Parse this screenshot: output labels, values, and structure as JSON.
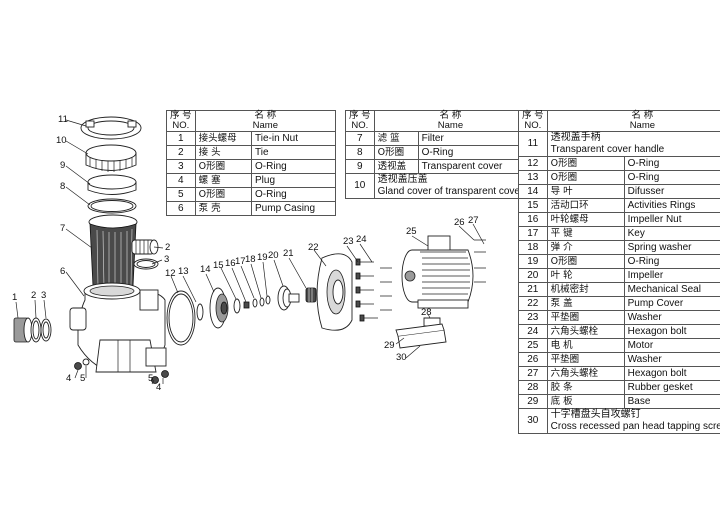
{
  "header": {
    "no_cn": "序 号",
    "no_en": "NO.",
    "name_cn": "名 称",
    "name_en": "Name"
  },
  "tables": [
    {
      "rows": [
        {
          "no": "1",
          "cn": "接头螺母",
          "en": "Tie-in Nut"
        },
        {
          "no": "2",
          "cn": "接 头",
          "en": "Tie"
        },
        {
          "no": "3",
          "cn": "O形圈",
          "en": "O-Ring"
        },
        {
          "no": "4",
          "cn": "螺 塞",
          "en": "Plug"
        },
        {
          "no": "5",
          "cn": "O形圈",
          "en": "O-Ring"
        },
        {
          "no": "6",
          "cn": "泵 壳",
          "en": "Pump Casing"
        }
      ]
    },
    {
      "rows": [
        {
          "no": "7",
          "cn": "滤 篮",
          "en": "Filter"
        },
        {
          "no": "8",
          "cn": "O形圈",
          "en": "O-Ring"
        },
        {
          "no": "9",
          "cn": "透视盖",
          "en": "Transparent cover"
        },
        {
          "no": "10",
          "cn": "透视盖压盖",
          "en": "Gland cover of transparent cover"
        }
      ]
    },
    {
      "rows": [
        {
          "no": "11",
          "cn": "透视盖手柄",
          "en": "Transparent cover handle"
        },
        {
          "no": "12",
          "cn": "O形圈",
          "en": "O-Ring"
        },
        {
          "no": "13",
          "cn": "O形圈",
          "en": "O-Ring"
        },
        {
          "no": "14",
          "cn": "导 叶",
          "en": "Difusser"
        },
        {
          "no": "15",
          "cn": "活动口环",
          "en": "Activities Rings"
        },
        {
          "no": "16",
          "cn": "叶轮螺母",
          "en": "Impeller Nut"
        },
        {
          "no": "17",
          "cn": "平 键",
          "en": "Key"
        },
        {
          "no": "18",
          "cn": "弹 介",
          "en": "Spring washer"
        },
        {
          "no": "19",
          "cn": "O形圈",
          "en": "O-Ring"
        },
        {
          "no": "20",
          "cn": "叶 轮",
          "en": "Impeller"
        },
        {
          "no": "21",
          "cn": "机械密封",
          "en": "Mechanical Seal"
        },
        {
          "no": "22",
          "cn": "泵 盖",
          "en": "Pump Cover"
        },
        {
          "no": "23",
          "cn": "平垫圈",
          "en": "Washer"
        },
        {
          "no": "24",
          "cn": "六角头螺栓",
          "en": "Hexagon bolt"
        },
        {
          "no": "25",
          "cn": "电 机",
          "en": "Motor"
        },
        {
          "no": "26",
          "cn": "平垫圈",
          "en": "Washer"
        },
        {
          "no": "27",
          "cn": "六角头螺栓",
          "en": "Hexagon bolt"
        },
        {
          "no": "28",
          "cn": "胶 条",
          "en": "Rubber gesket"
        },
        {
          "no": "29",
          "cn": "底 板",
          "en": "Base"
        },
        {
          "no": "30",
          "cn": "十字槽盘头自攻螺钉",
          "en": "Cross recessed pan head tapping screws"
        }
      ]
    }
  ],
  "callouts": [
    "1",
    "2",
    "3",
    "4",
    "5",
    "6",
    "7",
    "8",
    "9",
    "10",
    "11",
    "2",
    "3",
    "12",
    "13",
    "14",
    "15",
    "16",
    "17",
    "18",
    "19",
    "20",
    "21",
    "22",
    "23",
    "24",
    "25",
    "26",
    "27",
    "28",
    "29",
    "30",
    "4",
    "5",
    "5",
    "4"
  ]
}
